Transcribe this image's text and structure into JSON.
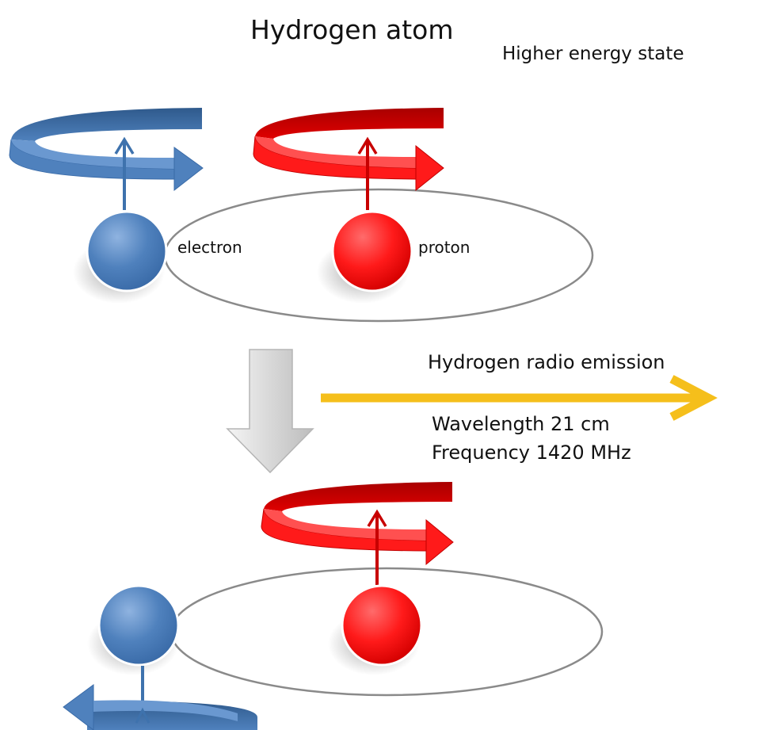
{
  "title": "Hydrogen atom",
  "state_label": "Higher energy state",
  "particles": {
    "electron_label": "electron",
    "proton_label": "proton"
  },
  "emission": {
    "label": "Hydrogen radio emission",
    "wavelength": "Wavelength 21 cm",
    "frequency": "Frequency 1420 MHz"
  },
  "colors": {
    "electron": "#4f81bd",
    "proton": "#ff1a1a",
    "emission": "#f5bf1b",
    "orbit": "#8a8a8a",
    "transition_arrow": "#d6d6d6"
  },
  "icons": {
    "spin_arrow": "curved-arrow",
    "transition": "down-arrow",
    "emission": "right-arrow"
  }
}
